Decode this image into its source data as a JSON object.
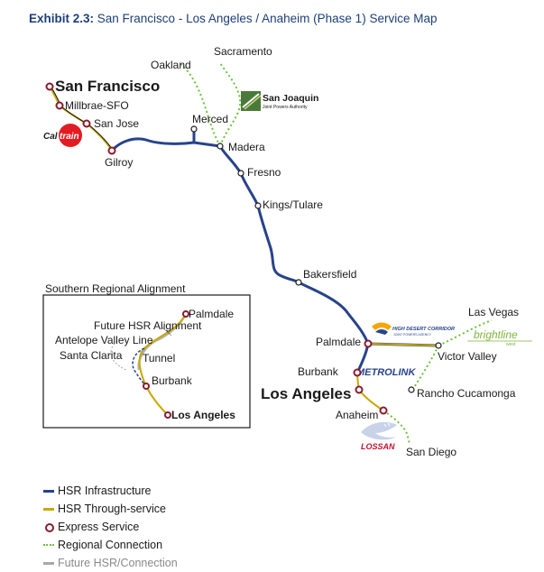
{
  "title": {
    "prefix": "Exhibit 2.3:",
    "text": "San Francisco - Los Angeles / Anaheim (Phase 1) Service Map"
  },
  "colors": {
    "hsr": "#27438a",
    "through": "#c9a900",
    "express": "#8b1a2e",
    "regional": "#6dbf3a",
    "future": "#a8a8a8"
  },
  "stations": {
    "san_francisco": "San Francisco",
    "millbrae": "Millbrae-SFO",
    "san_jose": "San Jose",
    "gilroy": "Gilroy",
    "merced": "Merced",
    "madera": "Madera",
    "fresno": "Fresno",
    "kings_tulare": "Kings/Tulare",
    "bakersfield": "Bakersfield",
    "palmdale": "Palmdale",
    "burbank": "Burbank",
    "los_angeles": "Los Angeles",
    "anaheim": "Anaheim",
    "oakland": "Oakland",
    "sacramento": "Sacramento",
    "las_vegas": "Las Vegas",
    "victor_valley": "Victor Valley",
    "rancho": "Rancho Cucamonga",
    "san_diego": "San Diego"
  },
  "operators": {
    "caltrain": "Caltrain",
    "san_joaquin": "San Joaquin",
    "san_joaquin_sub": "Joint Powers Authority",
    "hdc": "HIGH DESERT CORRIDOR",
    "hdc_sub": "JOINT POWERS AGENCY",
    "brightline": "brightline",
    "brightline_sub": "west",
    "metrolink": "METROLINK",
    "lossan": "LOSSAN"
  },
  "inset": {
    "title": "Southern Regional Alignment",
    "palmdale": "Palmdale",
    "future_hsr": "Future HSR Alignment",
    "antelope": "Antelope Valley Line",
    "santa_clarita": "Santa Clarita",
    "tunnel": "Tunnel",
    "burbank": "Burbank",
    "los_angeles": "Los Angeles"
  },
  "legend": [
    {
      "label": "HSR Infrastructure",
      "type": "hsr"
    },
    {
      "label": "HSR Through-service",
      "type": "through"
    },
    {
      "label": "Express Service",
      "type": "express"
    },
    {
      "label": "Regional Connection",
      "type": "regional"
    },
    {
      "label": "Future HSR/Connection",
      "type": "future"
    }
  ]
}
